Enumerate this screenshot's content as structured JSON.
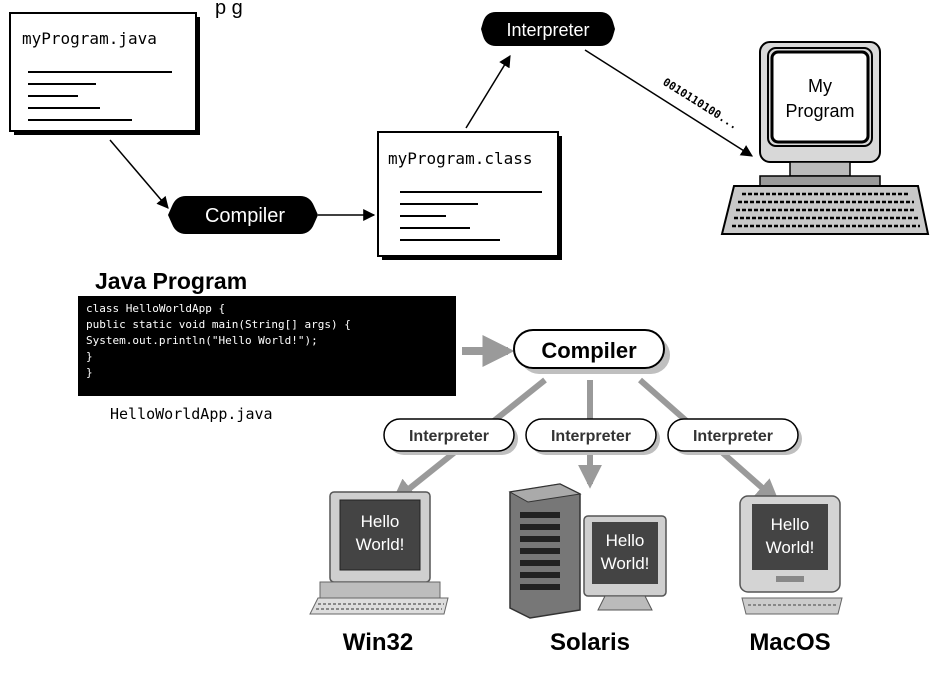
{
  "top": {
    "partial_caption": "p      g",
    "source_file": "myProgram.java",
    "compiler_label": "Compiler",
    "class_file": "myProgram.class",
    "interpreter_label": "Interpreter",
    "bitstream": "0010110100...",
    "screen_text_line1": "My",
    "screen_text_line2": "Program"
  },
  "bottom": {
    "title": "Java Program",
    "code_lines": [
      "class HelloWorldApp {",
      "    public static void main(String[] args) {",
      "        System.out.println(\"Hello World!\");",
      "    }",
      "}"
    ],
    "code_filename": "HelloWorldApp.java",
    "compiler_label": "Compiler",
    "interpreters": [
      "Interpreter",
      "Interpreter",
      "Interpreter"
    ],
    "screen_line1": "Hello",
    "screen_line2": "World!",
    "platforms": [
      "Win32",
      "Solaris",
      "MacOS"
    ]
  }
}
